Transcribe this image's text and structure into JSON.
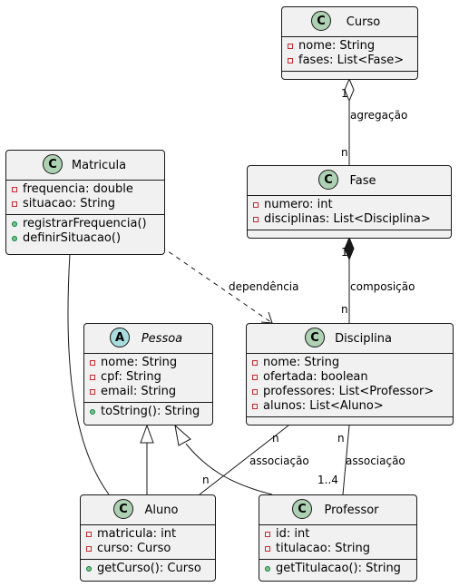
{
  "classes": {
    "curso": {
      "symbol": "C",
      "name": "Curso",
      "attributes": [
        "nome: String",
        "fases: List<Fase>"
      ],
      "methods": []
    },
    "fase": {
      "symbol": "C",
      "name": "Fase",
      "attributes": [
        "numero: int",
        "disciplinas: List<Disciplina>"
      ],
      "methods": []
    },
    "matricula": {
      "symbol": "C",
      "name": "Matricula",
      "attributes": [
        "frequencia: double",
        "situacao: String"
      ],
      "methods": [
        "registrarFrequencia()",
        "definirSituacao()"
      ]
    },
    "pessoa": {
      "symbol": "A",
      "name": "Pessoa",
      "attributes": [
        "nome: String",
        "cpf: String",
        "email: String"
      ],
      "methods": [
        "toString(): String"
      ]
    },
    "disciplina": {
      "symbol": "C",
      "name": "Disciplina",
      "attributes": [
        "nome: String",
        "ofertada: boolean",
        "professores: List<Professor>",
        "alunos: List<Aluno>"
      ],
      "methods": []
    },
    "aluno": {
      "symbol": "C",
      "name": "Aluno",
      "attributes": [
        "matricula: int",
        "curso: Curso"
      ],
      "methods": [
        "getCurso(): Curso"
      ]
    },
    "professor": {
      "symbol": "C",
      "name": "Professor",
      "attributes": [
        "id: int",
        "titulacao: String"
      ],
      "methods": [
        "getTitulacao(): String"
      ]
    }
  },
  "relations": {
    "curso_fase": {
      "label": "agregação",
      "source_mult": "1",
      "target_mult": "n"
    },
    "fase_disciplina": {
      "label": "composição",
      "source_mult": "1",
      "target_mult": "n"
    },
    "matricula_disciplina": {
      "label": "dependência"
    },
    "disciplina_aluno": {
      "label": "associação",
      "source_mult": "n",
      "target_mult": "n"
    },
    "disciplina_professor": {
      "label": "associação",
      "source_mult": "n",
      "target_mult": "1..4"
    }
  },
  "colors": {
    "class_fill": "#f1f1f1",
    "class_symbol": "#add1b2",
    "abstract_symbol": "#a9dcdf",
    "border": "#181818",
    "private_marker": "#c82930",
    "public_marker": "#84be84"
  }
}
